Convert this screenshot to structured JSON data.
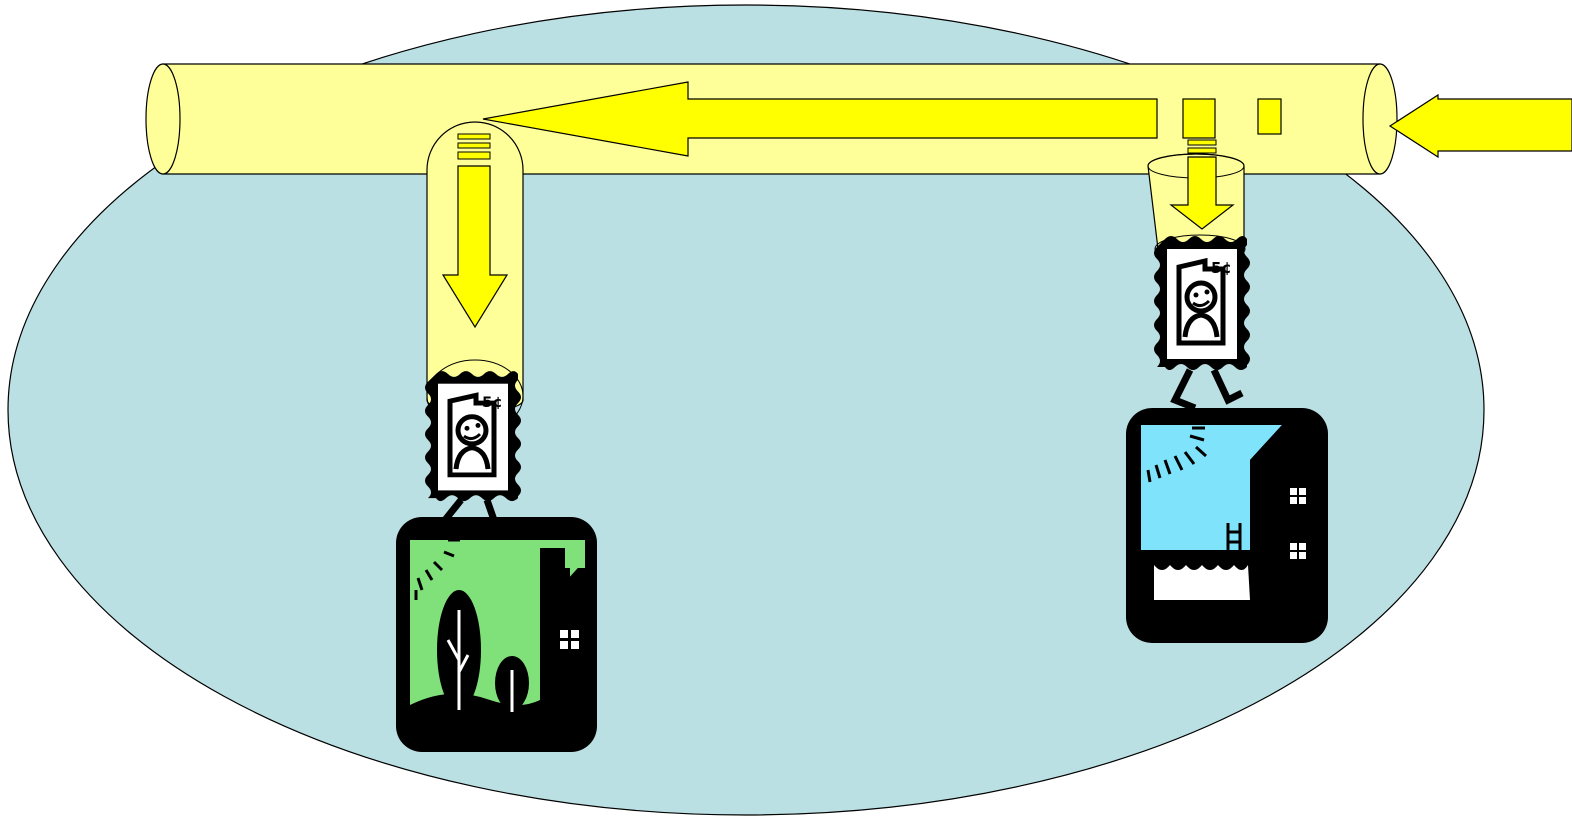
{
  "diagram": {
    "colors": {
      "background": "#ffffff",
      "region": "#bbe0e3",
      "pipe": "#ffff99",
      "arrow": "#ffff00",
      "outline": "#000000",
      "house_left_sky": "#80e07a",
      "house_right_sky": "#7fe3fb"
    },
    "stamps": [
      {
        "id": "left",
        "value": "5¢",
        "icon": "postage-stamp-icon"
      },
      {
        "id": "right",
        "value": "5¢",
        "icon": "postage-stamp-icon"
      }
    ],
    "houses": [
      {
        "id": "left",
        "icon": "house-with-trees-icon"
      },
      {
        "id": "right",
        "icon": "house-with-pool-icon"
      }
    ]
  }
}
